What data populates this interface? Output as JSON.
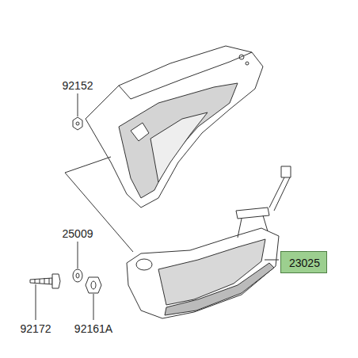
{
  "diagram": {
    "nodes": [
      {
        "text": [
          "23025"
        ]
      }
    ],
    "labels": [
      "92152",
      "25009",
      "92172",
      "92161A"
    ]
  }
}
